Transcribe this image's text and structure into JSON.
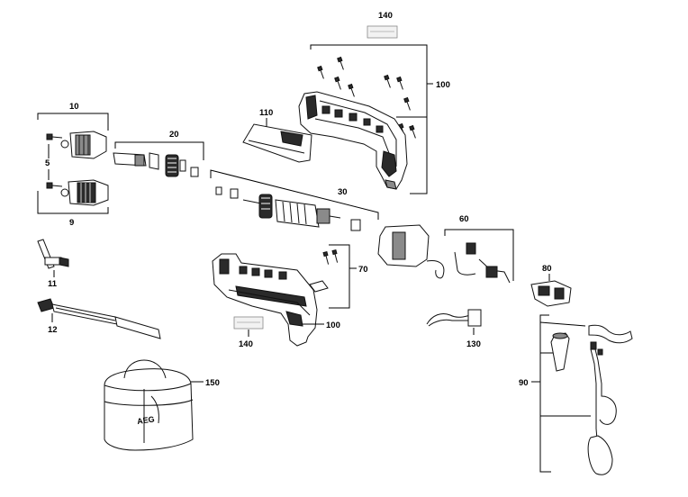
{
  "callouts": {
    "c140_top": "140",
    "c100_top": "100",
    "c110": "110",
    "c10": "10",
    "c20": "20",
    "c5": "5",
    "c9": "9",
    "c30": "30",
    "c60": "60",
    "c11": "11",
    "c12": "12",
    "c70": "70",
    "c80": "80",
    "c100_bottom": "100",
    "c140_bottom": "140",
    "c130": "130",
    "c150": "150",
    "c90": "90"
  },
  "bag": {
    "logo": "AEG"
  }
}
